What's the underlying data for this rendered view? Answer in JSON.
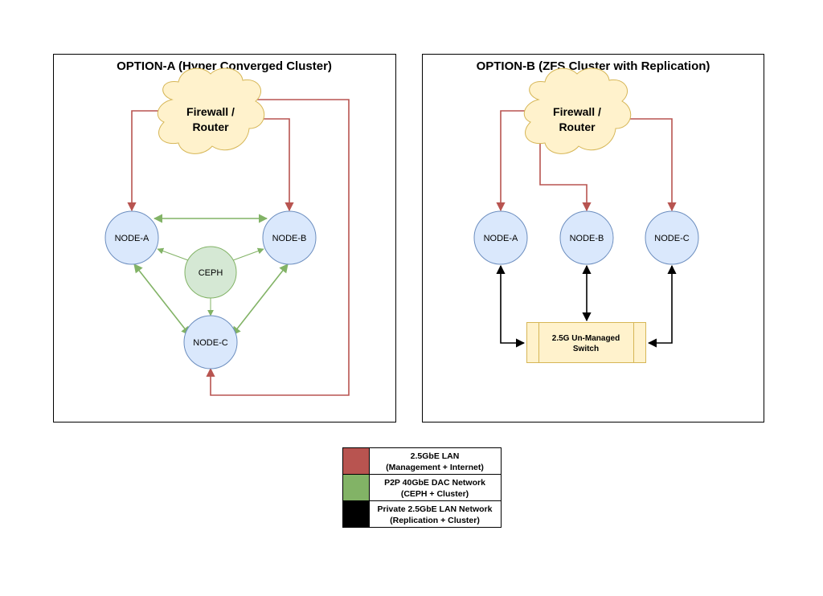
{
  "option_a": {
    "title": "OPTION-A (Hyper Converged Cluster)",
    "firewall": [
      "Firewall /",
      "Router"
    ],
    "node_a": "NODE-A",
    "node_b": "NODE-B",
    "node_c": "NODE-C",
    "ceph": "CEPH"
  },
  "option_b": {
    "title": "OPTION-B (ZFS Cluster with Replication)",
    "firewall": [
      "Firewall /",
      "Router"
    ],
    "node_a": "NODE-A",
    "node_b": "NODE-B",
    "node_c": "NODE-C",
    "switch": [
      "2.5G Un-Managed",
      "Switch"
    ]
  },
  "legend": [
    {
      "lines": [
        "2.5GbE LAN",
        "(Management + Internet)"
      ],
      "color": "#b85450"
    },
    {
      "lines": [
        "P2P 40GbE DAC Network",
        "(CEPH + Cluster)"
      ],
      "color": "#82b366"
    },
    {
      "lines": [
        "Private 2.5GbE LAN Network",
        "(Replication + Cluster)"
      ],
      "color": "#000000"
    }
  ],
  "colors": {
    "management_lan": "#b85450",
    "dac_network": "#82b366",
    "private_lan": "#000000",
    "node_fill": "#dae8fc",
    "ceph_fill": "#d5e8d4",
    "cloud_fill": "#fff2cc"
  }
}
